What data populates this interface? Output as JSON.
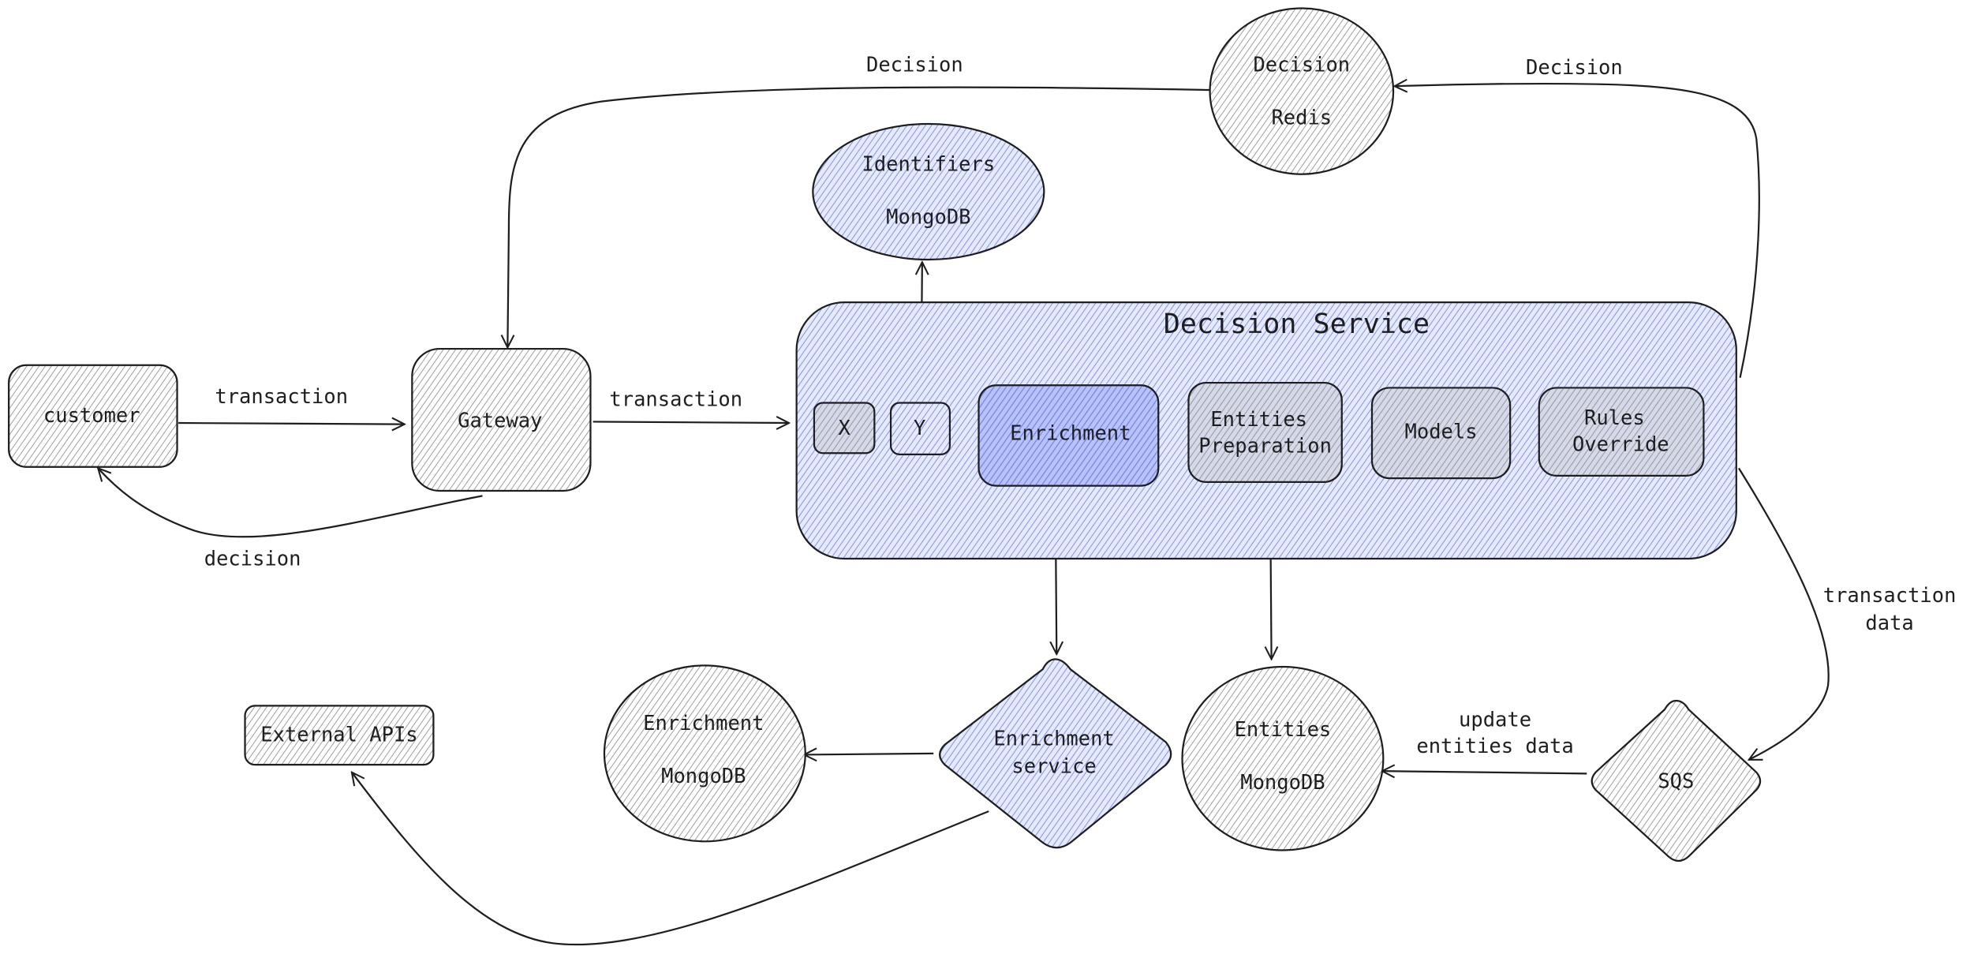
{
  "colors": {
    "gray_fill": "#e9ecef",
    "blue_fill": "#a5b4fc",
    "blue_light": "#c7d0f6",
    "stroke": "#1e1e1e",
    "background": "#ffffff"
  },
  "nodes": {
    "customer": {
      "label": "customer"
    },
    "gateway": {
      "label": "Gateway"
    },
    "decision_redis": {
      "line1": "Decision",
      "line2": "Redis"
    },
    "identifiers_mongodb": {
      "line1": "Identifiers",
      "line2": "MongoDB"
    },
    "decision_service": {
      "title": "Decision Service",
      "components": [
        {
          "label": "X"
        },
        {
          "label": "Y"
        },
        {
          "label": "Enrichment"
        },
        {
          "line1": "Entities",
          "line2": "Preparation"
        },
        {
          "label": "Models"
        },
        {
          "line1": "Rules",
          "line2": "Override"
        }
      ]
    },
    "external_apis": {
      "label": "External APIs"
    },
    "enrichment_mongodb": {
      "line1": "Enrichment",
      "line2": "MongoDB"
    },
    "enrichment_service": {
      "line1": "Enrichment",
      "line2": "service"
    },
    "entities_mongodb": {
      "line1": "Entities",
      "line2": "MongoDB"
    },
    "sqs": {
      "label": "SQS"
    }
  },
  "edges": {
    "customer_to_gateway": "transaction",
    "gateway_to_service": "transaction",
    "gateway_to_customer": "decision",
    "redis_to_gateway": "Decision",
    "service_to_redis": "Decision",
    "service_to_sqs_line1": "transaction",
    "service_to_sqs_line2": "data",
    "sqs_to_entities_line1": "update",
    "sqs_to_entities_line2": "entities data"
  }
}
